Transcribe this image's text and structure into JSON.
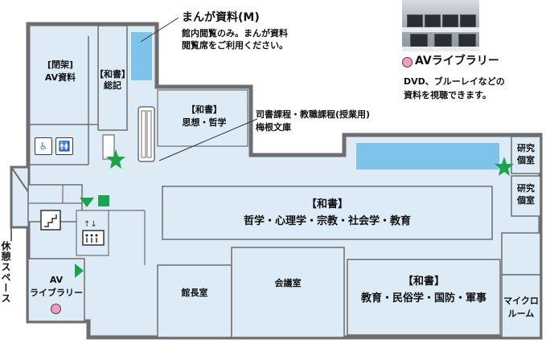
{
  "callout_manga": {
    "title": "まんが資料(M)",
    "desc_line1": "館内閲覧のみ。まんが資料",
    "desc_line2": "閲覧席をご利用ください。"
  },
  "callout_av": {
    "title": "AVライブラリー",
    "desc_line1": "DVD、ブルーレイなどの",
    "desc_line2": "資料を視聴できます。"
  },
  "callout_special": {
    "line1": "司書課程・教職課程(授業用)",
    "line2": "梅根文庫"
  },
  "rooms": {
    "closed_av": {
      "line1": "[閉架]",
      "line2": "AV資料"
    },
    "washo_soki": {
      "line1": "【和書】",
      "line2": "総記"
    },
    "washo_shiso": {
      "line1": "【和書】",
      "line2": "思想・哲学"
    },
    "washo_main": {
      "line1": "【和書】",
      "line2": "哲学・心理学・宗教・社会学・教育"
    },
    "washo_edu": {
      "line1": "【和書】",
      "line2": "教育・民俗学・国防・軍事"
    },
    "research1": {
      "line1": "研究",
      "line2": "個室"
    },
    "research2": {
      "line1": "研究",
      "line2": "個室"
    },
    "director": {
      "label": "館長室"
    },
    "meeting": {
      "label": "会議室"
    },
    "micro": {
      "line1": "マイクロ",
      "line2": "ルーム"
    },
    "av_library": {
      "line1": "AV",
      "line2": "ライブラリー"
    }
  },
  "rest_space": {
    "label": "休憩スペース"
  },
  "icons": {
    "accessible_toilet": "♿",
    "restroom": "🚻",
    "stairs": "stairs-icon",
    "elevator": "elevator-icon",
    "star": "★"
  },
  "colors": {
    "floor": "#dcebf6",
    "wall": "#6e6e6e",
    "shelf_blue": "#7ec3ea",
    "marker_green": "#1aa54a",
    "av_pink": "#f59ac4"
  }
}
